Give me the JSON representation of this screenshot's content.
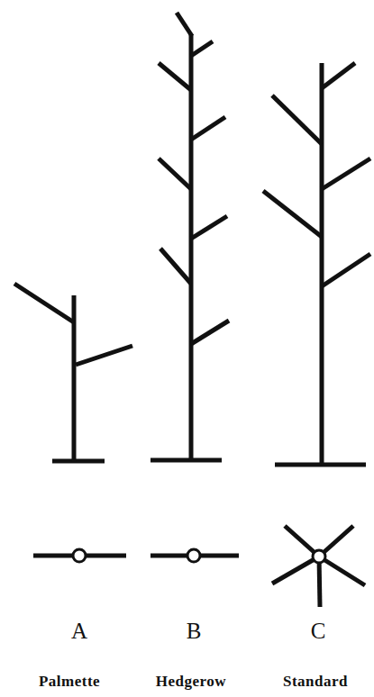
{
  "diagram": {
    "labels": [
      "A",
      "B",
      "C",
      "Palmette",
      "Hedgerow",
      "Standard"
    ]
  }
}
